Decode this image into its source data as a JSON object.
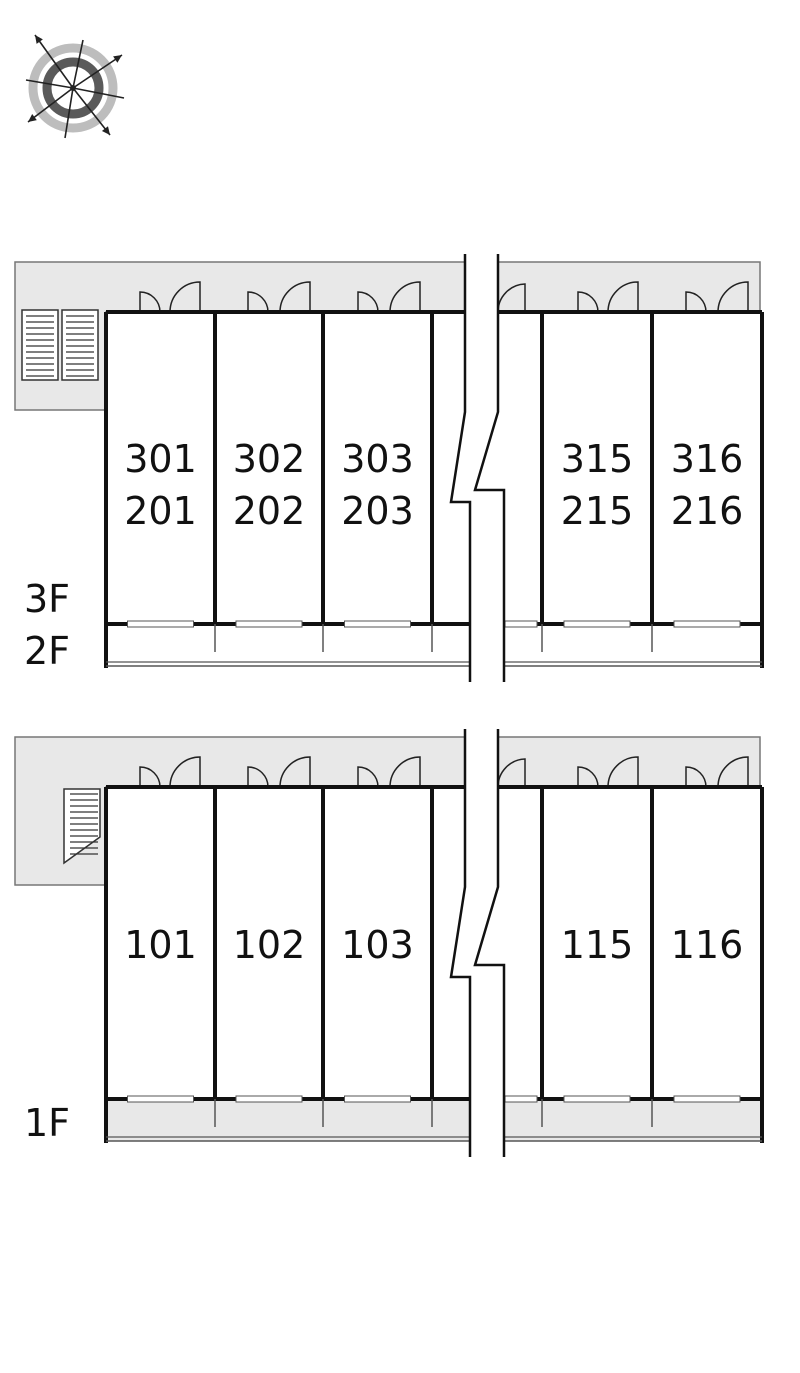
{
  "colors": {
    "wall": "#111111",
    "corridor_fill": "#e8e8e8",
    "corridor_stroke": "#777777",
    "compass_ring_dark": "#5a5a5a",
    "compass_ring_light": "#bdbdbd"
  },
  "compass": {
    "icon": "compass-rose-icon"
  },
  "upper_block": {
    "floor_labels": [
      "3F",
      "2F"
    ],
    "units": [
      {
        "top": "301",
        "bottom": "201"
      },
      {
        "top": "302",
        "bottom": "202"
      },
      {
        "top": "303",
        "bottom": "203"
      },
      {
        "top": "315",
        "bottom": "215"
      },
      {
        "top": "316",
        "bottom": "216"
      }
    ]
  },
  "lower_block": {
    "floor_labels": [
      "1F"
    ],
    "units": [
      {
        "top": "101"
      },
      {
        "top": "102"
      },
      {
        "top": "103"
      },
      {
        "top": "115"
      },
      {
        "top": "116"
      }
    ]
  }
}
